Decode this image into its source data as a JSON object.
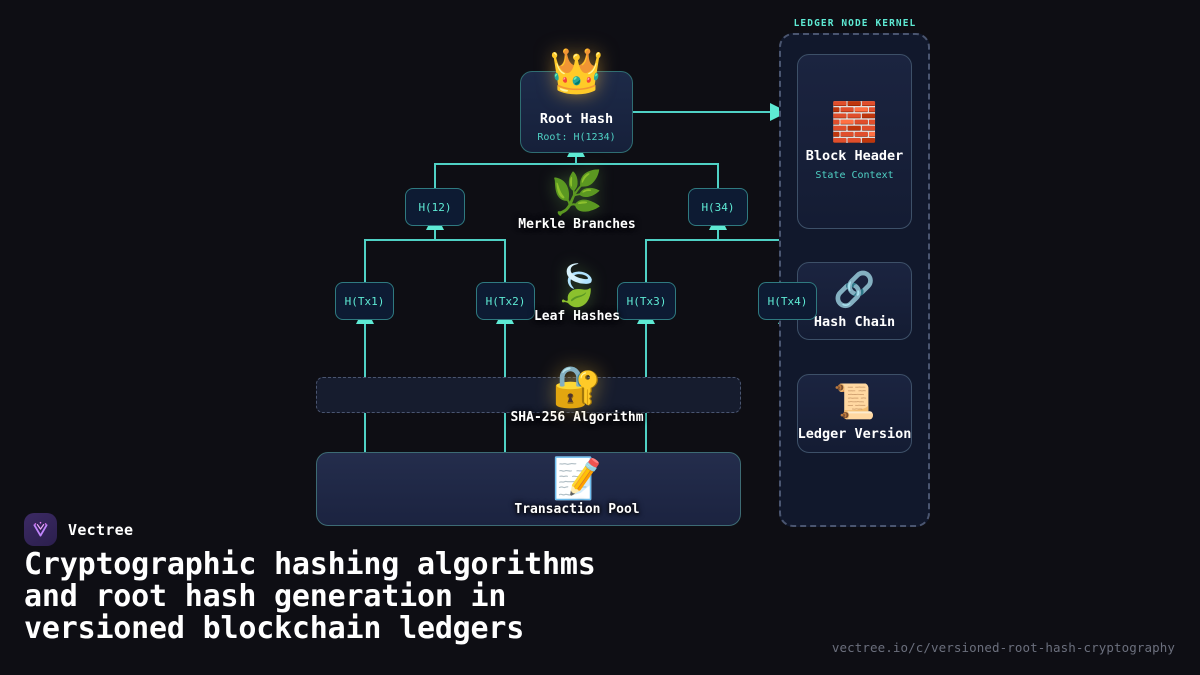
{
  "background_color": "#0e0e14",
  "accent_color": "#5eead4",
  "brand": {
    "name": "Vectree",
    "logo_icon": "vectree-v-logo-icon"
  },
  "headline": {
    "line1": "Cryptographic hashing algorithms",
    "line2": "and root hash generation in",
    "line3": "versioned blockchain ledgers"
  },
  "footer": {
    "url": "vectree.io/c/versioned-root-hash-cryptography"
  },
  "diagram": {
    "root_node": {
      "icon": "crown-icon",
      "title": "Root Hash",
      "subtitle": "Root: H(1234)"
    },
    "branch_nodes": [
      {
        "label": "H(12)"
      },
      {
        "label": "H(34)"
      }
    ],
    "leaf_nodes": [
      {
        "label": "H(Tx1)"
      },
      {
        "label": "H(Tx2)"
      },
      {
        "label": "H(Tx3)"
      },
      {
        "label": "H(Tx4)"
      }
    ],
    "annotations": [
      {
        "icon": "herb-leaf-icon",
        "label": "Merkle Branches"
      },
      {
        "icon": "falling-leaves-icon",
        "label": "Leaf Hashes"
      },
      {
        "icon": "locked-with-key-icon",
        "label": "SHA-256 Algorithm"
      },
      {
        "icon": "memo-pencil-icon",
        "label": "Transaction Pool"
      }
    ],
    "kernel": {
      "title": "LEDGER NODE KERNEL",
      "cards": [
        {
          "icon": "brick-wall-icon",
          "title": "Block Header",
          "subtitle": "State Context"
        },
        {
          "icon": "chain-link-icon",
          "title": "Hash Chain",
          "subtitle": ""
        },
        {
          "icon": "scroll-icon",
          "title": "Ledger Version",
          "subtitle": ""
        }
      ]
    }
  }
}
